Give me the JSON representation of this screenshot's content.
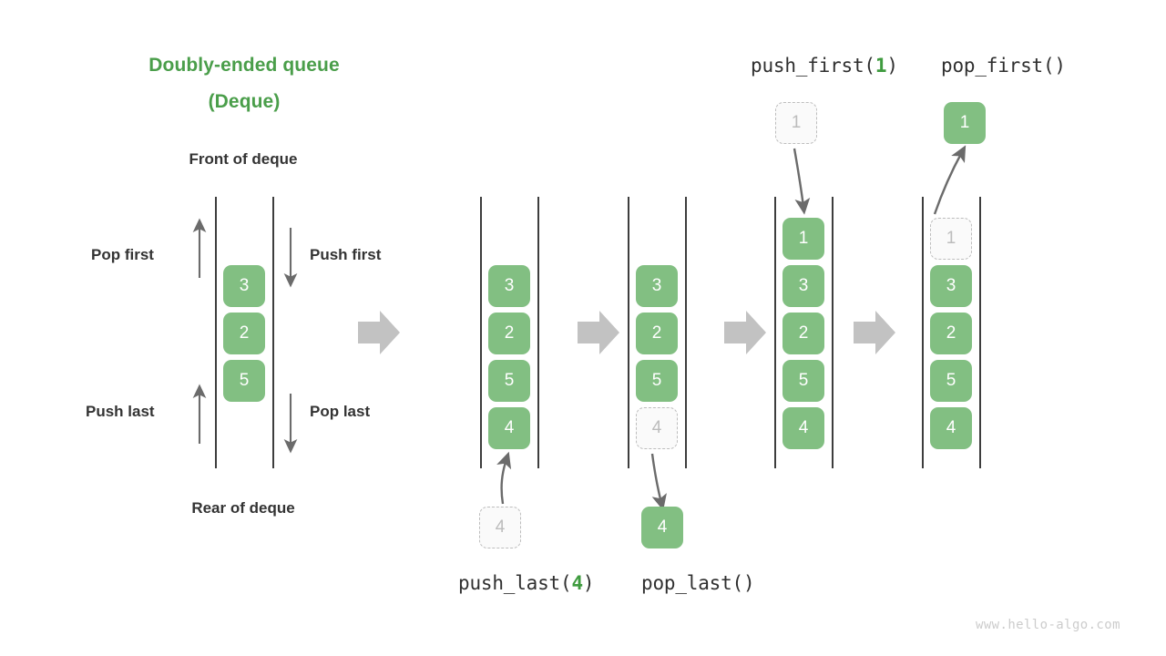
{
  "diagram": {
    "title_line1": "Doubly-ended queue",
    "title_line2": "(Deque)",
    "front_label": "Front of deque",
    "rear_label": "Rear of deque",
    "watermark": "www.hello-algo.com",
    "accent_green": "#4a9e4a",
    "box_green": "#82bf82",
    "ghost_gray": "#bcbcbc",
    "arrow_gray": "#6b6b6b",
    "transition_gray": "#c2c2c2",
    "text_dark": "#333333"
  },
  "legend": {
    "pop_first": "Pop first",
    "push_first": "Push first",
    "push_last": "Push last",
    "pop_last": "Pop last"
  },
  "operations": {
    "push_last": {
      "name": "push_last(",
      "arg": "4",
      "close": ")"
    },
    "pop_last": {
      "name": "pop_last()",
      "arg": "",
      "close": ""
    },
    "push_first": {
      "name": "push_first(",
      "arg": "1",
      "close": ")"
    },
    "pop_first": {
      "name": "pop_first()",
      "arg": "",
      "close": ""
    }
  },
  "stages": [
    {
      "id": "initial",
      "caption": "Doubly-ended queue (Deque)",
      "cells": [
        {
          "value": "3",
          "state": "solid"
        },
        {
          "value": "2",
          "state": "solid"
        },
        {
          "value": "5",
          "state": "solid"
        }
      ]
    },
    {
      "id": "after-push-last",
      "caption": "push_last(4)",
      "cells": [
        {
          "value": "3",
          "state": "solid"
        },
        {
          "value": "2",
          "state": "solid"
        },
        {
          "value": "5",
          "state": "solid"
        },
        {
          "value": "4",
          "state": "solid"
        }
      ],
      "external": {
        "value": "4",
        "state": "ghost",
        "position": "below"
      }
    },
    {
      "id": "after-pop-last",
      "caption": "pop_last()",
      "cells": [
        {
          "value": "3",
          "state": "solid"
        },
        {
          "value": "2",
          "state": "solid"
        },
        {
          "value": "5",
          "state": "solid"
        },
        {
          "value": "4",
          "state": "ghost"
        }
      ],
      "external": {
        "value": "4",
        "state": "solid",
        "position": "below"
      }
    },
    {
      "id": "after-push-first",
      "caption": "push_first(1)",
      "cells": [
        {
          "value": "1",
          "state": "solid"
        },
        {
          "value": "3",
          "state": "solid"
        },
        {
          "value": "2",
          "state": "solid"
        },
        {
          "value": "5",
          "state": "solid"
        },
        {
          "value": "4",
          "state": "solid"
        }
      ],
      "external": {
        "value": "1",
        "state": "ghost",
        "position": "above"
      }
    },
    {
      "id": "after-pop-first",
      "caption": "pop_first()",
      "cells": [
        {
          "value": "1",
          "state": "ghost"
        },
        {
          "value": "3",
          "state": "solid"
        },
        {
          "value": "2",
          "state": "solid"
        },
        {
          "value": "5",
          "state": "solid"
        },
        {
          "value": "4",
          "state": "solid"
        }
      ],
      "external": {
        "value": "1",
        "state": "solid",
        "position": "above"
      }
    }
  ],
  "cells": {
    "s0_c0": "3",
    "s0_c1": "2",
    "s0_c2": "5",
    "s1_c0": "3",
    "s1_c1": "2",
    "s1_c2": "5",
    "s1_c3": "4",
    "s1_ext": "4",
    "s2_c0": "3",
    "s2_c1": "2",
    "s2_c2": "5",
    "s2_c3": "4",
    "s2_ext": "4",
    "s3_c0": "1",
    "s3_c1": "3",
    "s3_c2": "2",
    "s3_c3": "5",
    "s3_c4": "4",
    "s3_ext": "1",
    "s4_c0": "1",
    "s4_c1": "3",
    "s4_c2": "2",
    "s4_c3": "5",
    "s4_c4": "4",
    "s4_ext": "1"
  }
}
